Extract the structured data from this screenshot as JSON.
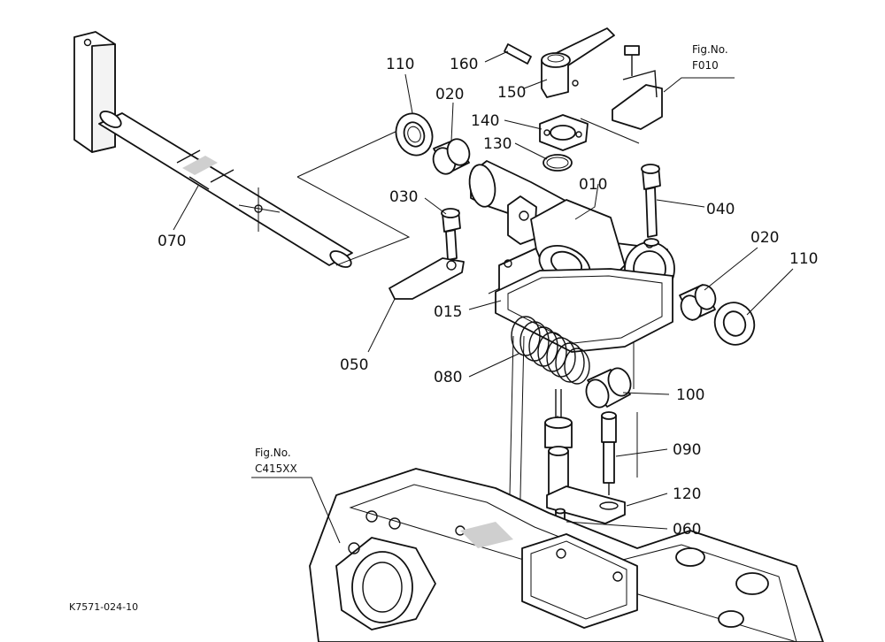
{
  "diagram": {
    "drawing_id": "K7571-024-10",
    "references": [
      {
        "id": "ref-f010",
        "title": "Fig.No.",
        "code": "F010"
      },
      {
        "id": "ref-c415xx",
        "title": "Fig.No.",
        "code": "C415XX"
      }
    ],
    "callouts": [
      {
        "id": "p110a",
        "label": "110"
      },
      {
        "id": "p160",
        "label": "160"
      },
      {
        "id": "p150",
        "label": "150"
      },
      {
        "id": "p020a",
        "label": "020"
      },
      {
        "id": "p140",
        "label": "140"
      },
      {
        "id": "p130",
        "label": "130"
      },
      {
        "id": "p010",
        "label": "010"
      },
      {
        "id": "p040",
        "label": "040"
      },
      {
        "id": "p030",
        "label": "030"
      },
      {
        "id": "p020b",
        "label": "020"
      },
      {
        "id": "p110b",
        "label": "110"
      },
      {
        "id": "p070",
        "label": "070"
      },
      {
        "id": "p015",
        "label": "015"
      },
      {
        "id": "p050",
        "label": "050"
      },
      {
        "id": "p080",
        "label": "080"
      },
      {
        "id": "p100",
        "label": "100"
      },
      {
        "id": "p090",
        "label": "090"
      },
      {
        "id": "p120",
        "label": "120"
      },
      {
        "id": "p060",
        "label": "060"
      }
    ]
  }
}
